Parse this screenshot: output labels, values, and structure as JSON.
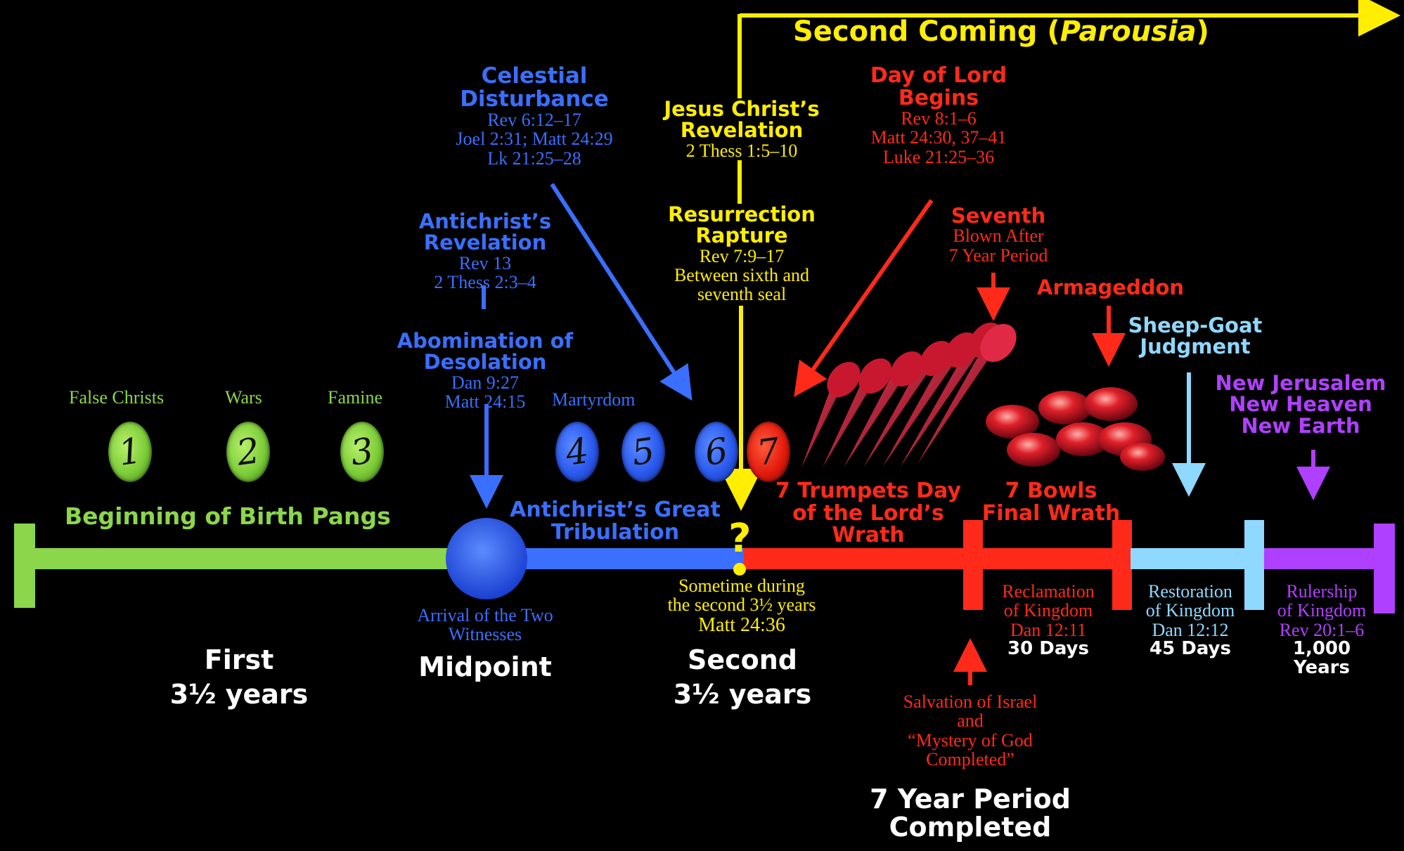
{
  "colors": {
    "green": "#8bd64a",
    "blue": "#3a6fff",
    "yellow": "#ffee00",
    "red": "#ff2a1a",
    "cyan": "#8fd8ff",
    "purple": "#b040ff",
    "white": "#ffffff"
  },
  "second_coming": {
    "title": "Second Coming (",
    "italic": "Parousia",
    "close": ")"
  },
  "celestial": {
    "title": "Celestial Disturbance",
    "refs": [
      "Rev 6:12–17",
      "Joel 2:31; Matt 24:29",
      "Lk 21:25–28"
    ]
  },
  "antichrist_rev": {
    "title": "Antichrist’s Revelation",
    "refs": [
      "Rev 13",
      "2 Thess 2:3–4"
    ]
  },
  "abomination": {
    "title": "Abomination of Desolation",
    "refs": [
      "Dan 9:27",
      "Matt 24:15"
    ]
  },
  "jesus_rev": {
    "title": "Jesus Christ’s Revelation",
    "refs": [
      "2 Thess 1:5–10"
    ]
  },
  "resurrection": {
    "title": "Resurrection Rapture",
    "refs": [
      "Rev 7:9–17",
      "Between sixth and",
      "seventh seal"
    ]
  },
  "day_of_lord": {
    "title": "Day of Lord Begins",
    "refs": [
      "Rev 8:1–6",
      "Matt 24:30, 37–41",
      "Luke 21:25–36"
    ]
  },
  "seventh": {
    "title": "Seventh",
    "refs": [
      "Blown After",
      "7 Year Period"
    ]
  },
  "armageddon": {
    "title": "Armageddon"
  },
  "sheep_goat": {
    "title": "Sheep-Goat Judgment"
  },
  "new_jerusalem": {
    "lines": [
      "New Jerusalem",
      "New Heaven",
      "New Earth"
    ]
  },
  "seal_labels": {
    "false_christs": "False Christs",
    "wars": "Wars",
    "famine": "Famine",
    "martyrdom": "Martyrdom"
  },
  "seals": [
    "1",
    "2",
    "3",
    "4",
    "5",
    "6",
    "7"
  ],
  "beginning": "Beginning of Birth Pangs",
  "great_trib": "Antichrist’s Great Tribulation",
  "question": "?",
  "trumpets": {
    "title": "7 Trumpets Day of the Lord’s Wrath"
  },
  "bowls": {
    "title": "7 Bowls Final Wrath"
  },
  "witnesses": "Arrival of the Two Witnesses",
  "sometime": [
    "Sometime during",
    "the second 3½ years"
  ],
  "sometime_ref": "Matt 24:36",
  "reclamation": {
    "lines": [
      "Reclamation",
      "of Kingdom",
      "Dan 12:11"
    ],
    "days": "30 Days"
  },
  "restoration": {
    "lines": [
      "Restoration",
      "of Kingdom",
      "Dan 12:12"
    ],
    "days": "45 Days"
  },
  "rulership": {
    "lines": [
      "Rulership",
      "of Kingdom",
      "Rev 20:1–6"
    ],
    "years": [
      "1,000",
      "Years"
    ]
  },
  "first": [
    "First",
    "3½ years"
  ],
  "midpoint": "Midpoint",
  "second": [
    "Second",
    "3½ years"
  ],
  "salvation": [
    "Salvation of Israel",
    "and",
    "“Mystery of God",
    "Completed”"
  ],
  "completed": [
    "7 Year Period",
    "Completed"
  ]
}
